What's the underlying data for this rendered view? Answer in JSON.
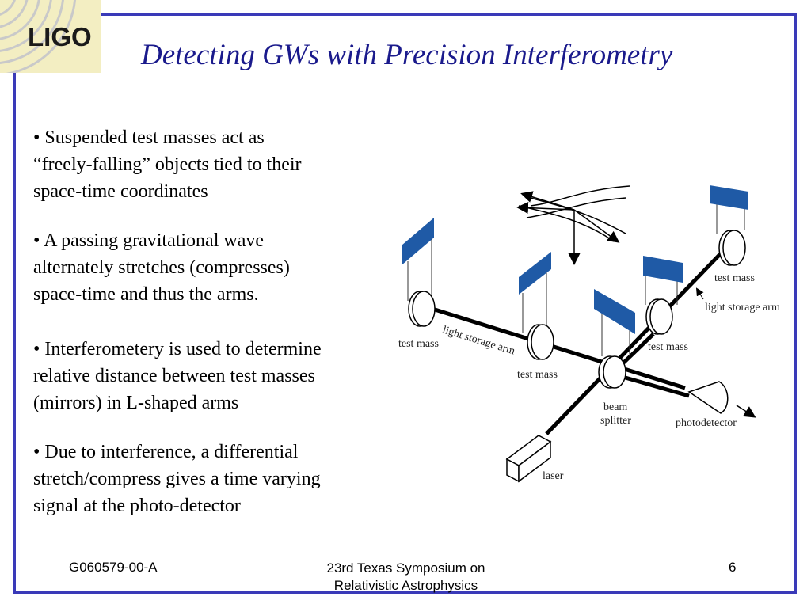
{
  "logo": {
    "text": "LIGO"
  },
  "title": "Detecting GWs with Precision Interferometry",
  "bullets": [
    {
      "line1": "• Suspended test masses act as",
      "line2": "“freely-falling” objects tied to their",
      "line3": "space-time coordinates"
    },
    {
      "line1": "• A passing gravitational wave",
      "line2": "alternately stretches (compresses)",
      "line3": "space-time and thus the arms."
    },
    {
      "line1": "• Interferometery is used to determine",
      "line2": "relative distance between test masses",
      "line3": "(mirrors) in L-shaped arms"
    },
    {
      "line1": "• Due to interference, a differential",
      "line2": "stretch/compress gives a time varying",
      "line3": "signal at the photo-detector"
    }
  ],
  "diagram": {
    "labels": {
      "test_mass_left": "test mass",
      "light_storage_arm_left": "light storage arm",
      "test_mass_center": "test mass",
      "test_mass_right": "test mass",
      "test_mass_far": "test mass",
      "light_storage_arm_right": "light storage arm",
      "beam_splitter_line1": "beam",
      "beam_splitter_line2": "splitter",
      "photodetector": "photodetector",
      "laser": "laser"
    },
    "colors": {
      "mirror_blue": "#1f5aa6",
      "beam": "#000000"
    }
  },
  "footer": {
    "left": "G060579-00-A",
    "center_line1": "23rd Texas Symposium on",
    "center_line2": "Relativistic Astrophysics",
    "page": "6"
  }
}
